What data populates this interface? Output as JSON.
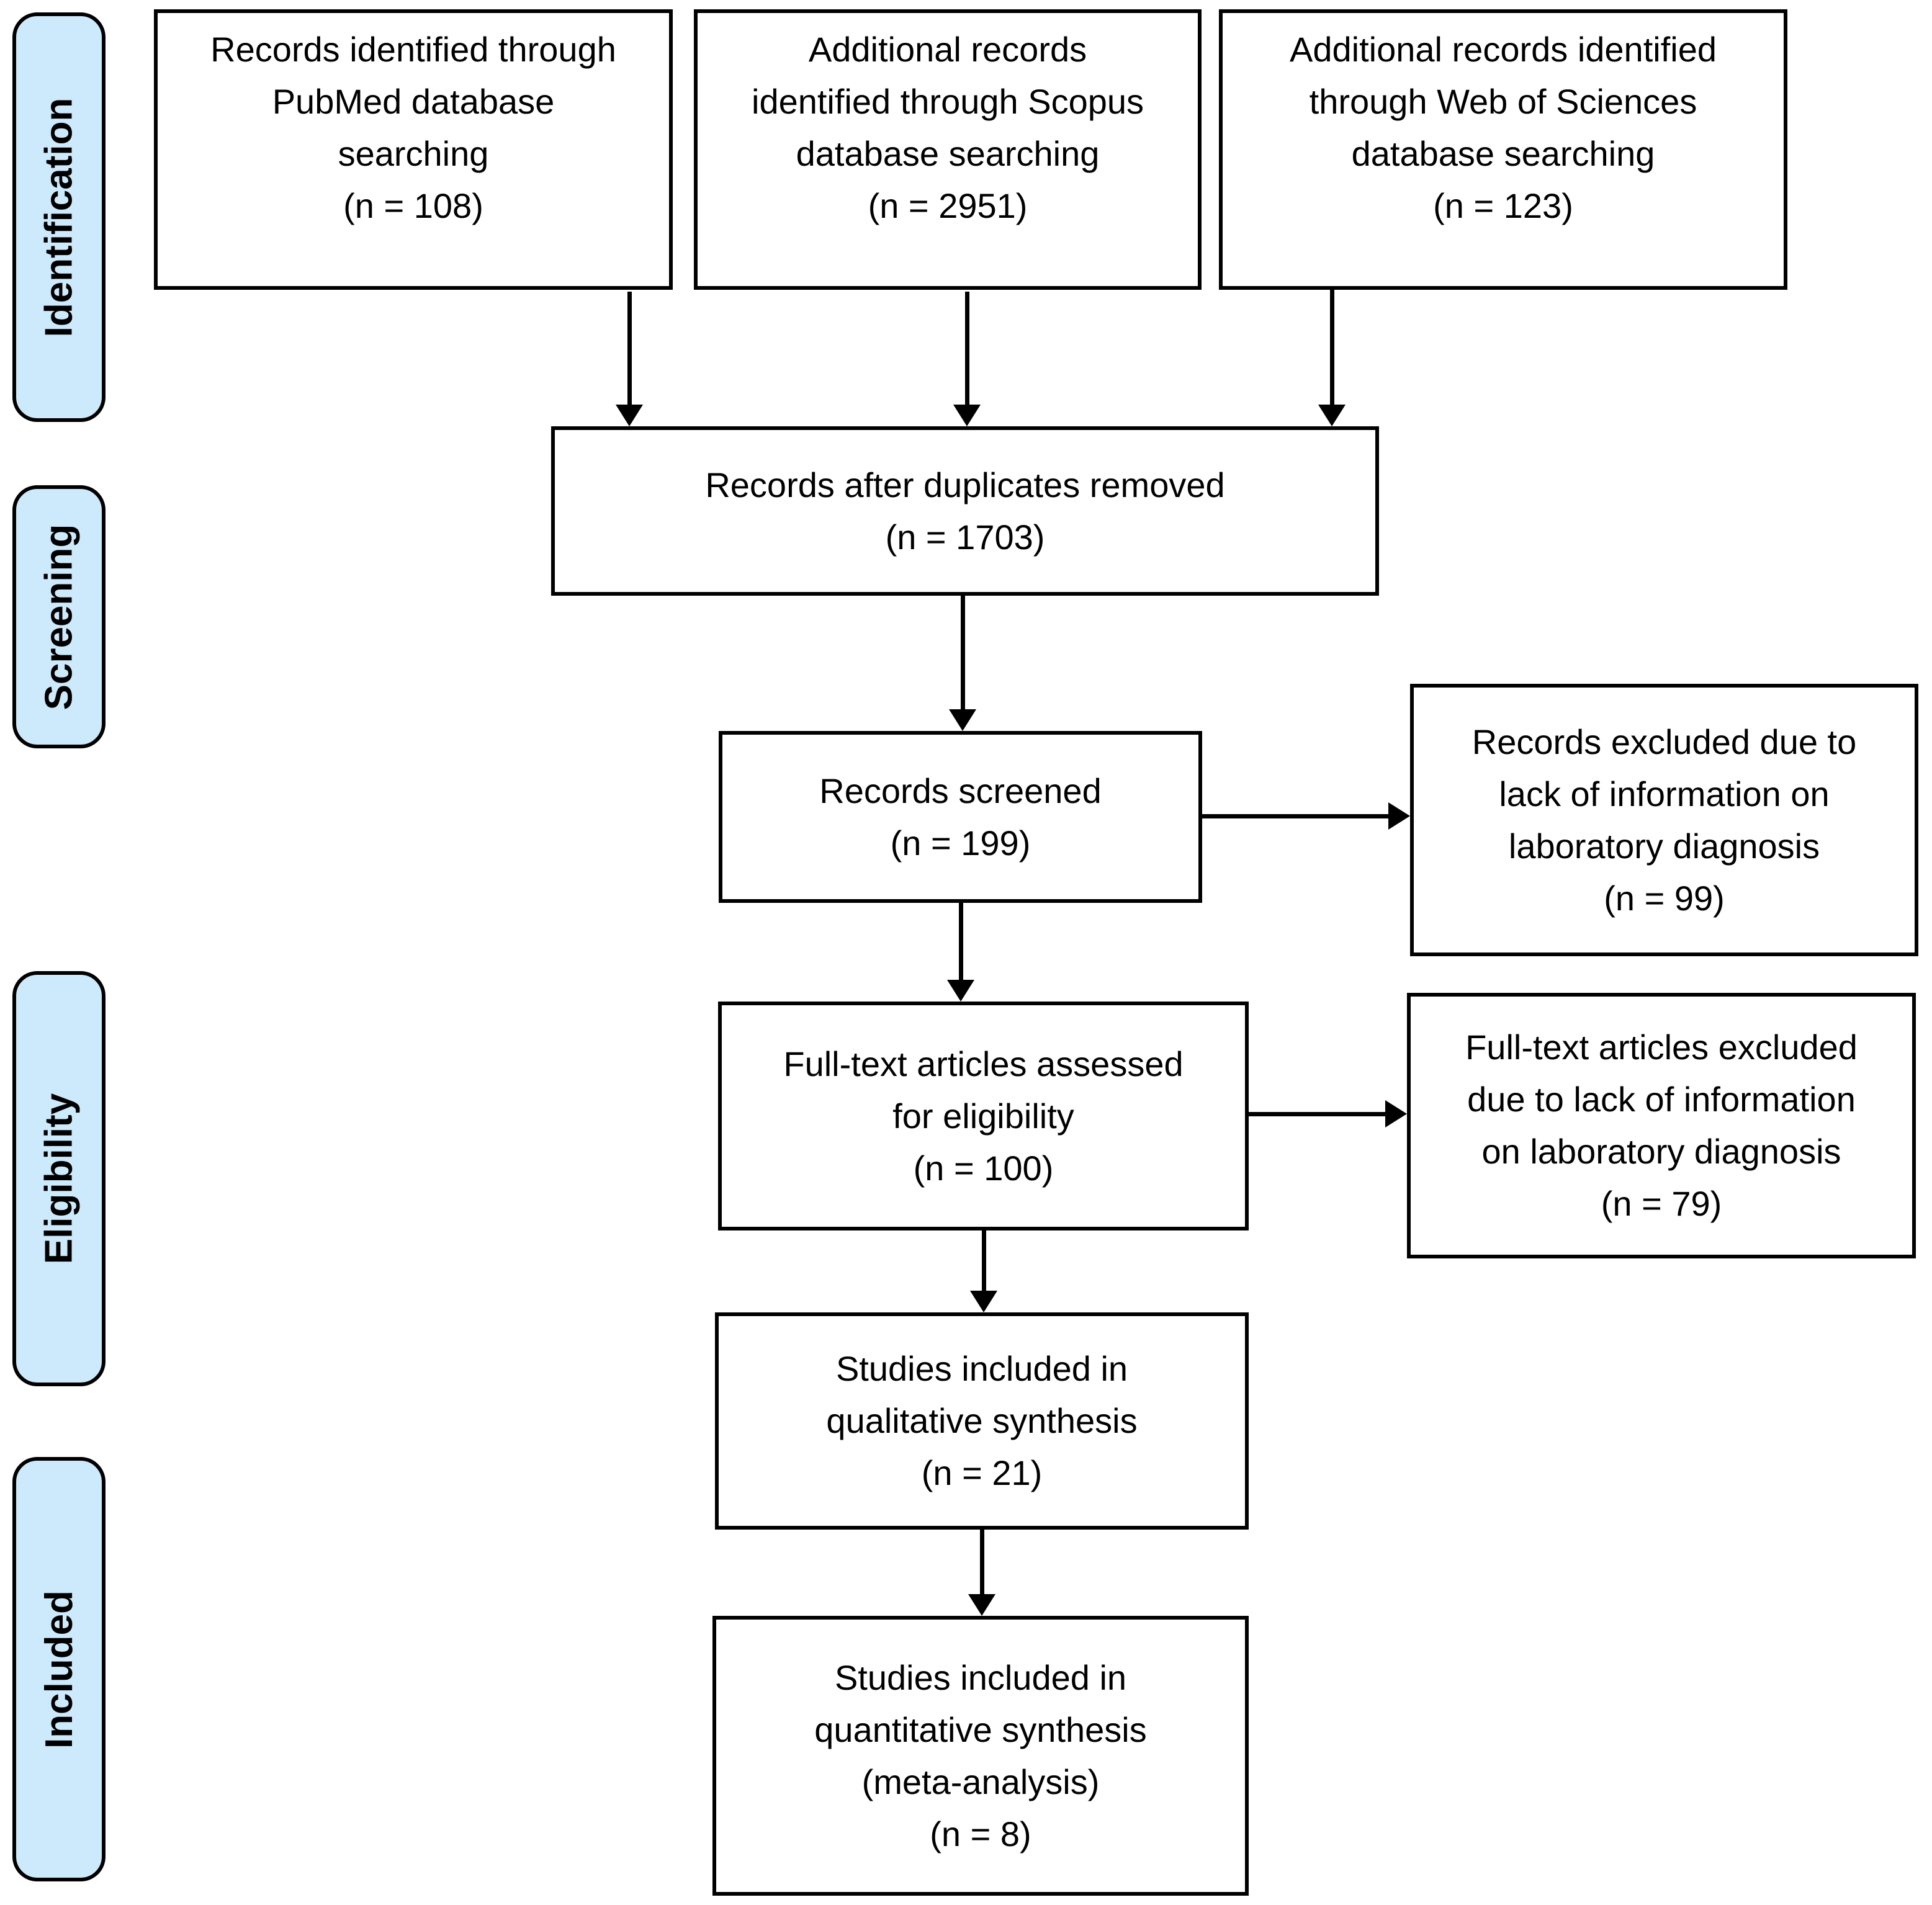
{
  "colors": {
    "stage_fill": "#cdeafc",
    "border": "#000000",
    "background": "#ffffff",
    "text": "#000000"
  },
  "stages": [
    {
      "id": "identification",
      "label": "Identification"
    },
    {
      "id": "screening",
      "label": "Screening"
    },
    {
      "id": "eligibility",
      "label": "Eligibility"
    },
    {
      "id": "included",
      "label": "Included"
    }
  ],
  "boxes": [
    {
      "id": "pubmed",
      "text": "Records identified through\nPubMed database\nsearching\n(n = 108)"
    },
    {
      "id": "scopus",
      "text": "Additional records\nidentified through Scopus\ndatabase searching\n(n = 2951)"
    },
    {
      "id": "web_of_sciences",
      "text": "Additional records identified\nthrough Web of Sciences\ndatabase searching\n(n = 123)"
    },
    {
      "id": "after_duplicates",
      "text": "Records after duplicates removed\n(n = 1703)"
    },
    {
      "id": "screened",
      "text": "Records screened\n(n = 199)"
    },
    {
      "id": "screened_excluded",
      "text": "Records excluded due to\nlack of information on\nlaboratory diagnosis\n(n = 99)"
    },
    {
      "id": "fulltext_assessed",
      "text": "Full-text articles assessed\nfor eligibility\n(n = 100)"
    },
    {
      "id": "fulltext_excluded",
      "text": "Full-text articles excluded\ndue to lack of information\non laboratory diagnosis\n(n = 79)"
    },
    {
      "id": "qualitative",
      "text": "Studies included in\nqualitative synthesis\n(n = 21)"
    },
    {
      "id": "quantitative",
      "text": "Studies included in\nquantitative synthesis\n(meta-analysis)\n(n = 8)"
    }
  ],
  "counts": {
    "pubmed": 108,
    "scopus": 2951,
    "web_of_sciences": 123,
    "after_duplicates": 1703,
    "screened": 199,
    "screened_excluded": 99,
    "fulltext_assessed": 100,
    "fulltext_excluded": 79,
    "qualitative": 21,
    "quantitative": 8
  }
}
